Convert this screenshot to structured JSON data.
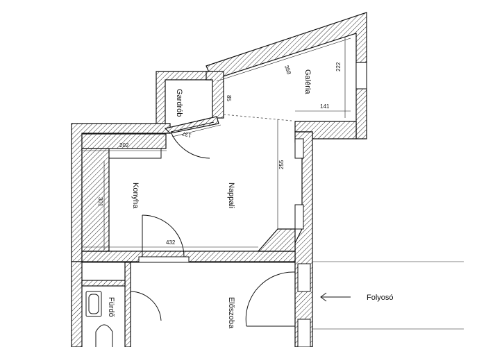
{
  "rooms": {
    "galeria": "Galéria",
    "gardrob": "Gardrób",
    "konyha": "Konyha",
    "nappali": "Nappali",
    "furdo": "Fürdő",
    "eloszoba": "Előszoba",
    "folyoso": "Folyosó"
  },
  "dimensions": {
    "d358": "358",
    "d222": "222",
    "d85": "85",
    "d141": "141",
    "d137": "137",
    "d202": "202",
    "d255": "255",
    "d301": "301",
    "d432": "432"
  }
}
